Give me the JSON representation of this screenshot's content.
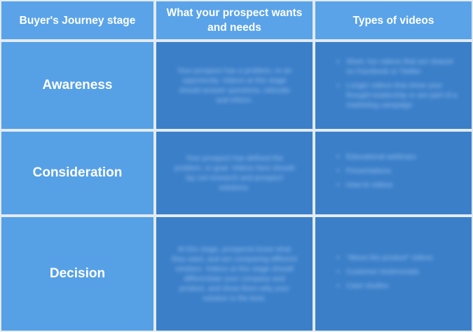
{
  "headers": {
    "stage": "Buyer's Journey stage",
    "wants": "What your prospect wants and needs",
    "videos": "Types of videos"
  },
  "rows": [
    {
      "stage": "Awareness",
      "wants": "Your prospect has a problem, or an opportunity. Videos at this stage should answer questions, educate and inform.",
      "videos": [
        "Short, fun videos that are shared on Facebook or Twitter",
        "Longer videos that show your thought leadership or are part of a marketing campaign"
      ]
    },
    {
      "stage": "Consideration",
      "wants": "Your prospect has defined the problem, or goal. Videos here should lay out research and prospect solutions.",
      "videos": [
        "Educational webinars",
        "Presentations",
        "How-to videos"
      ]
    },
    {
      "stage": "Decision",
      "wants": "At this stage, prospects know what they want, and are comparing different vendors. Videos at this stage should differentiate your company and product, and show them why your solution is the best.",
      "videos": [
        "\"About the product\" videos",
        "Customer testimonials",
        "Case studies"
      ]
    }
  ],
  "colors": {
    "header_bg": "#5aa3e8",
    "stage_bg": "#56a0e6",
    "body_bg": "#3b7fc9",
    "grid_line": "#e3ebf4"
  }
}
